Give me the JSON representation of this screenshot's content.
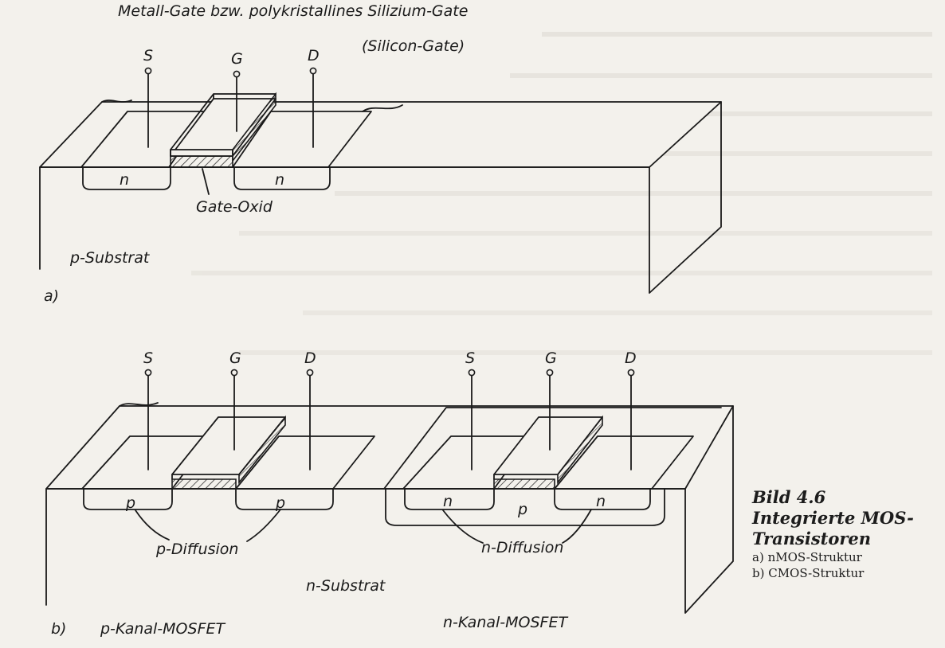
{
  "top_labels": {
    "gate_material": "Metall-Gate bzw. polykristallines Silizium-Gate",
    "silicon_gate": "(Silicon-Gate)"
  },
  "figure_a": {
    "terminals": {
      "source": "S",
      "gate": "G",
      "drain": "D"
    },
    "diffusion_left": "n",
    "diffusion_right": "n",
    "gate_oxide": "Gate-Oxid",
    "substrate": "p-Substrat",
    "panel_label": "a)"
  },
  "figure_b": {
    "left": {
      "terminals": {
        "source": "S",
        "gate": "G",
        "drain": "D"
      },
      "diffusion_left": "p",
      "diffusion_right": "p",
      "diffusion_label": "p-Diffusion",
      "caption": "p-Kanal-MOSFET"
    },
    "right": {
      "terminals": {
        "source": "S",
        "gate": "G",
        "drain": "D"
      },
      "diffusion_left": "n",
      "diffusion_right": "n",
      "well": "p",
      "diffusion_label": "n-Diffusion",
      "caption": "n-Kanal-MOSFET"
    },
    "substrate": "n-Substrat",
    "panel_label": "b)"
  },
  "caption": {
    "title_line1": "Bild 4.6",
    "title_line2": "Integrierte MOS-",
    "title_line3": "Transistoren",
    "item_a": "a) nMOS-Struktur",
    "item_b": "b) CMOS-Struktur"
  }
}
